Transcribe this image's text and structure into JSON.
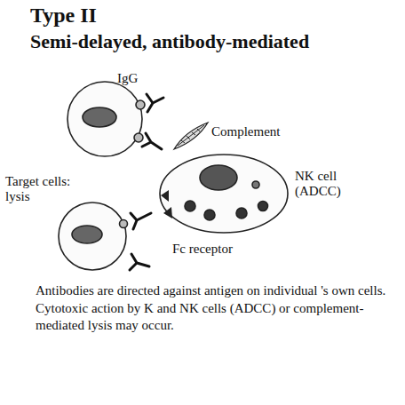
{
  "diagram": {
    "title": "Type II",
    "caption": "Antibodies are directed against antigen on individual 's own cells. Cytotoxic action by K and NK cells (ADCC) or complement-mediated lysis may occur.",
    "labels": [
      "Semi-delayed, antibody-mediated",
      "IgG",
      "Complement",
      "Target cells: lysis",
      "NK cell (ADCC)",
      "Fc receptor"
    ]
  }
}
